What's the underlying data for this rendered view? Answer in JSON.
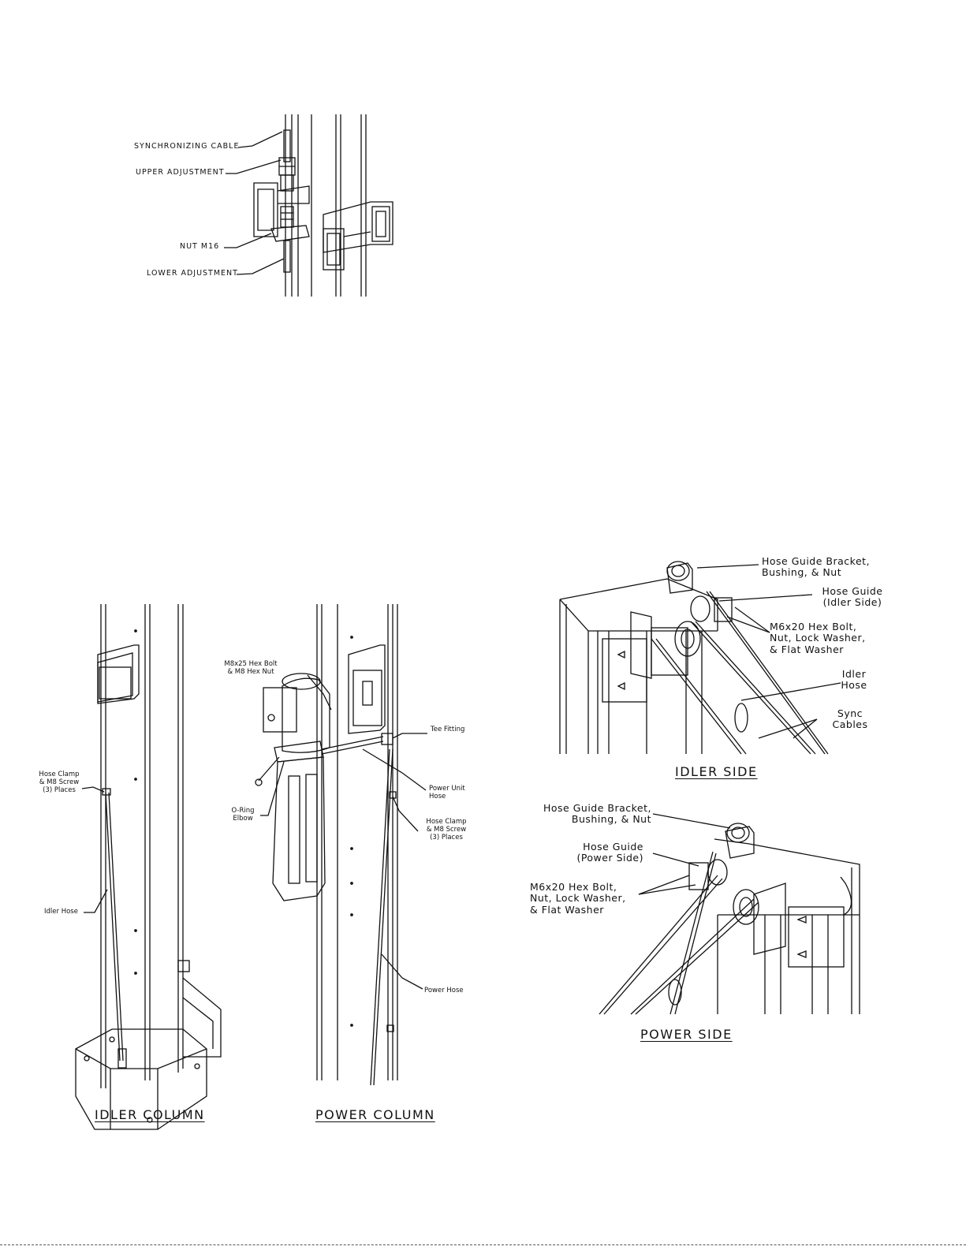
{
  "sync_cable_figure": {
    "labels": {
      "synchronizing_cable": "SYNCHRONIZING CABLE",
      "upper_adjustment": "UPPER ADJUSTMENT",
      "nut_m16": "NUT M16",
      "lower_adjustment": "LOWER ADJUSTMENT"
    }
  },
  "idler_column_figure": {
    "caption": "IDLER COLUMN",
    "labels": {
      "hose_clamp": "Hose Clamp\n& M8 Screw\n(3) Places",
      "idler_hose": "Idler Hose"
    }
  },
  "power_column_figure": {
    "caption": "POWER COLUMN",
    "labels": {
      "hex_bolt": "M8x25 Hex Bolt\n& M8 Hex Nut",
      "tee_fitting": "Tee Fitting",
      "o_ring_elbow": "O-Ring\nElbow",
      "power_unit_hose": "Power Unit\nHose",
      "hose_clamp": "Hose Clamp\n& M8 Screw\n(3) Places",
      "power_hose": "Power Hose"
    }
  },
  "idler_side_figure": {
    "caption": "IDLER SIDE",
    "labels": {
      "hose_guide_bracket": "Hose Guide Bracket,\nBushing, & Nut",
      "hose_guide": "Hose Guide\n(Idler Side)",
      "hex_bolt": "M6x20 Hex Bolt,\nNut, Lock Washer,\n& Flat Washer",
      "idler_hose": "Idler\nHose",
      "sync_cables": "Sync\nCables"
    }
  },
  "power_side_figure": {
    "caption": "POWER SIDE",
    "labels": {
      "hose_guide_bracket": "Hose Guide Bracket,\nBushing, & Nut",
      "hose_guide": "Hose Guide\n(Power Side)",
      "hex_bolt": "M6x20 Hex Bolt,\nNut, Lock Washer,\n& Flat Washer"
    }
  }
}
